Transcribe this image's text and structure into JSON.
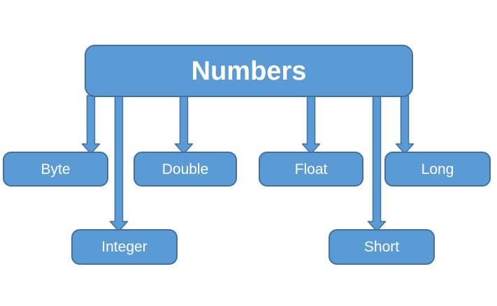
{
  "diagram": {
    "type": "hierarchy",
    "root": {
      "label": "Numbers"
    },
    "children": [
      {
        "label": "Byte"
      },
      {
        "label": "Double"
      },
      {
        "label": "Float"
      },
      {
        "label": "Long"
      },
      {
        "label": "Integer"
      },
      {
        "label": "Short"
      }
    ],
    "edges": [
      {
        "from": "Numbers",
        "to": "Byte"
      },
      {
        "from": "Numbers",
        "to": "Integer"
      },
      {
        "from": "Numbers",
        "to": "Double"
      },
      {
        "from": "Numbers",
        "to": "Float"
      },
      {
        "from": "Numbers",
        "to": "Short"
      },
      {
        "from": "Numbers",
        "to": "Long"
      }
    ],
    "colors": {
      "node_fill": "#5B9BD5",
      "node_border": "#41719C",
      "label": "#FFFFFF",
      "background": "#FFFFFF"
    }
  }
}
